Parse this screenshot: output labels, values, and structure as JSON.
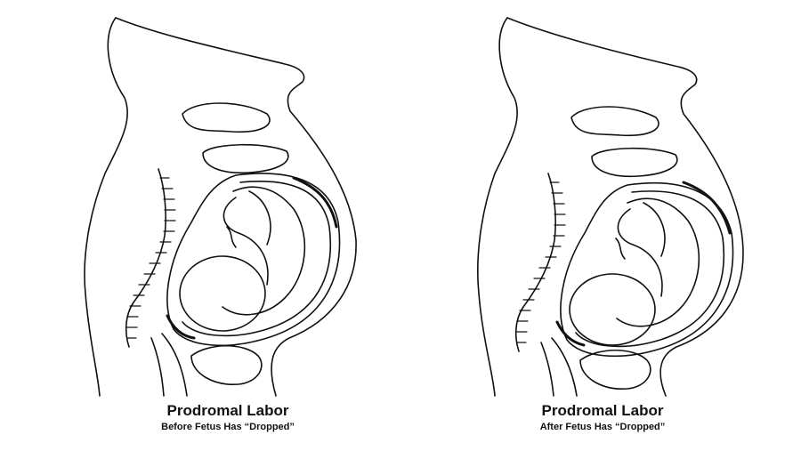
{
  "figures": [
    {
      "title": "Prodromal Labor",
      "subtitle": "Before Fetus Has “Dropped”"
    },
    {
      "title": "Prodromal Labor",
      "subtitle": "After Fetus Has “Dropped”"
    }
  ],
  "colors": {
    "line": "#111111",
    "background": "#ffffff"
  }
}
